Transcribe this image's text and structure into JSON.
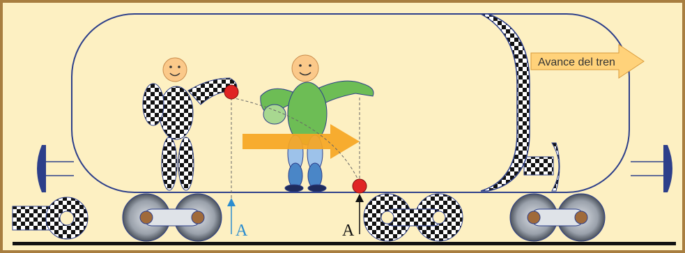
{
  "labels": {
    "advance": "Avance del tren",
    "point_a_left": "A",
    "point_a_right": "A"
  },
  "colors": {
    "background": "#fdf0c2",
    "frame": "#a87e40",
    "outline": "#2d3f8a",
    "ball": "#e02424",
    "arrow_orange": "#f6a623",
    "arrow_light": "#ffd27a",
    "arrow_blue": "#2b8ccf",
    "body_green": "#6dbd55",
    "legs_blue": "#4a86c7",
    "face": "#fbc98a",
    "rail": "#111111"
  },
  "icons": {
    "left_figure": "checkered-person-icon",
    "right_figure": "green-person-icon",
    "wheel": "wheel-icon"
  }
}
